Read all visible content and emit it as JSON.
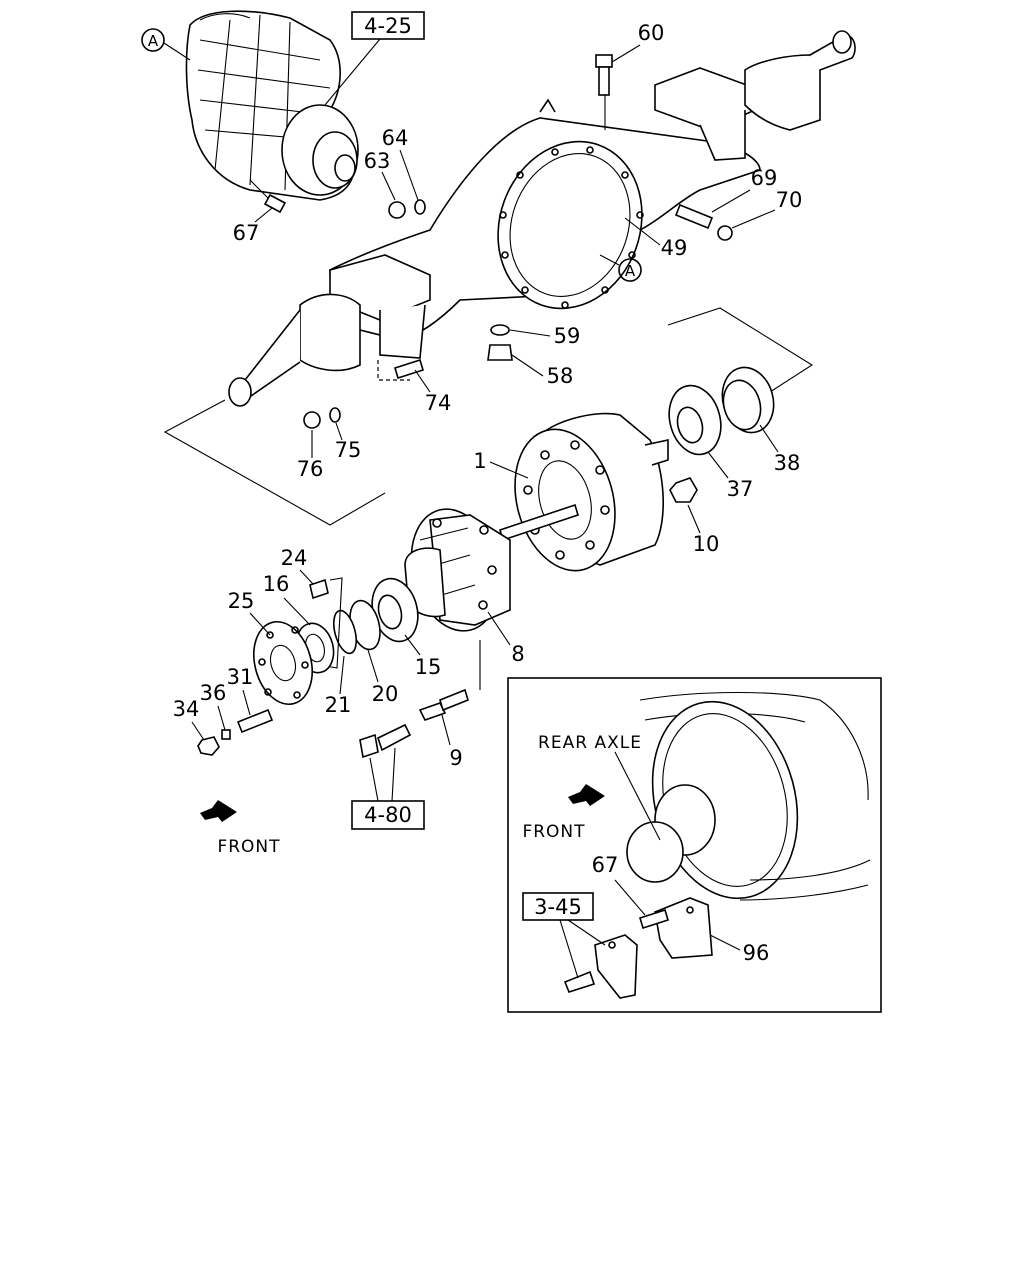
{
  "diagram": {
    "reference_boxes": [
      "4-25",
      "4-80",
      "3-45"
    ],
    "callouts": {
      "circle_a_top": "A",
      "circle_a_ring": "A"
    },
    "part_numbers": {
      "p60": "60",
      "p64": "64",
      "p63": "63",
      "p67": "67",
      "p69": "69",
      "p70": "70",
      "p49": "49",
      "p59": "59",
      "p58": "58",
      "p74": "74",
      "p75": "75",
      "p76": "76",
      "p1": "1",
      "p37": "37",
      "p38": "38",
      "p10": "10",
      "p24": "24",
      "p16": "16",
      "p25": "25",
      "p8": "8",
      "p31": "31",
      "p36": "36",
      "p34": "34",
      "p21": "21",
      "p20": "20",
      "p15": "15",
      "p9": "9",
      "inset_67": "67",
      "inset_96": "96"
    },
    "front_label": "FRONT",
    "inset": {
      "rear_axle_label": "REAR  AXLE",
      "front_label": "FRONT"
    }
  }
}
